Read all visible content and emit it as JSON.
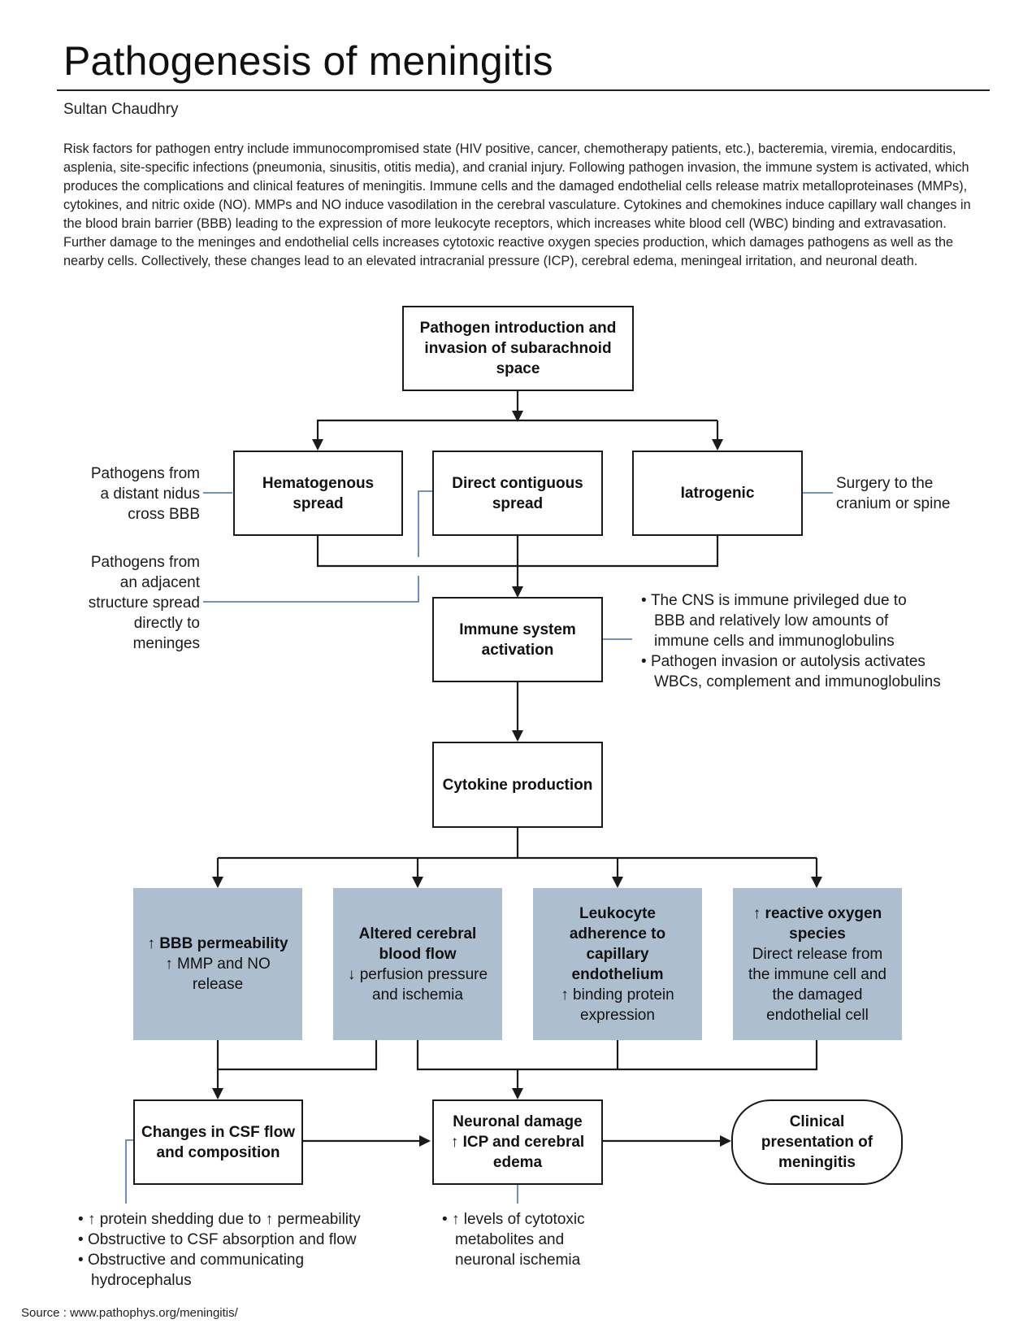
{
  "title": "Pathogenesis of meningitis",
  "author": "Sultan Chaudhry",
  "intro": "Risk factors for pathogen entry include immunocompromised state (HIV positive, cancer, chemotherapy patients, etc.), bacteremia, viremia, endocarditis, asplenia, site-specific infections (pneumonia, sinusitis, otitis media), and cranial injury. Following pathogen invasion, the immune system is activated, which produces the complications and clinical features of meningitis. Immune cells and the damaged endothelial cells release matrix metalloproteinases (MMPs), cytokines, and nitric oxide (NO). MMPs and NO induce vasodilation in the cerebral vasculature. Cytokines and chemokines induce capillary wall changes in the blood brain barrier (BBB) leading to the expression of more leukocyte receptors, which increases white blood cell (WBC) binding and extravasation. Further damage to the meninges and endothelial cells increases cytotoxic reactive oxygen species production, which damages pathogens as well as the nearby cells. Collectively, these changes lead to an elevated intracranial pressure (ICP), cerebral edema, meningeal irritation, and neuronal death.",
  "boxes": {
    "pathogen": [
      "Pathogen introduction and",
      "invasion of subarachnoid",
      "space"
    ],
    "hematogenous": [
      "Hematogenous",
      "spread"
    ],
    "direct": [
      "Direct contiguous",
      "spread"
    ],
    "iatrogenic": [
      "Iatrogenic"
    ],
    "immune": [
      "Immune system",
      "activation"
    ],
    "cytokine": [
      "Cytokine production"
    ],
    "bbb": {
      "bold": [
        "↑ BBB permeability"
      ],
      "normal": [
        "↑ MMP and NO",
        "release"
      ]
    },
    "altered": {
      "bold": [
        "Altered cerebral",
        "blood flow"
      ],
      "normal": [
        "↓ perfusion pressure",
        "and ischemia"
      ]
    },
    "leukocyte": {
      "bold": [
        "Leukocyte",
        "adherence to",
        "capillary",
        "endothelium"
      ],
      "normal": [
        "↑ binding protein",
        "expression"
      ]
    },
    "ros": {
      "bold": [
        "↑ reactive oxygen",
        "species"
      ],
      "normal": [
        "Direct release from",
        "the immune cell and",
        "the damaged",
        "endothelial cell"
      ]
    },
    "csf": [
      "Changes in CSF flow",
      "and composition"
    ],
    "neuronal": [
      "Neuronal damage",
      "↑ ICP and cerebral",
      "edema"
    ],
    "clinical": [
      "Clinical",
      "presentation of",
      "meningitis"
    ]
  },
  "notes": {
    "hematogenous": [
      "Pathogens from",
      "a distant nidus",
      "cross BBB"
    ],
    "direct": [
      "Pathogens from",
      "an adjacent",
      "structure spread",
      "directly to",
      "meninges"
    ],
    "iatrogenic": [
      "Surgery to the",
      "cranium or spine"
    ],
    "immune": [
      [
        "The CNS is immune privileged due to",
        "BBB and relatively low amounts of",
        "immune cells and immunoglobulins"
      ],
      [
        "Pathogen invasion or autolysis activates",
        "WBCs, complement and immunoglobulins"
      ]
    ],
    "csf": [
      [
        "↑ protein shedding due to ↑ permeability"
      ],
      [
        "Obstructive to CSF absorption and flow"
      ],
      [
        "Obstructive and communicating",
        "hydrocephalus"
      ]
    ],
    "neuronal": [
      [
        "↑ levels of cytotoxic",
        "metabolites and",
        "neuronal ischemia"
      ]
    ]
  },
  "source": "Source : www.pathophys.org/meningitis/",
  "colors": {
    "connector": "#1a1a1a",
    "callout": "#5b86b3",
    "shaded_fill": "#adbfcf"
  }
}
